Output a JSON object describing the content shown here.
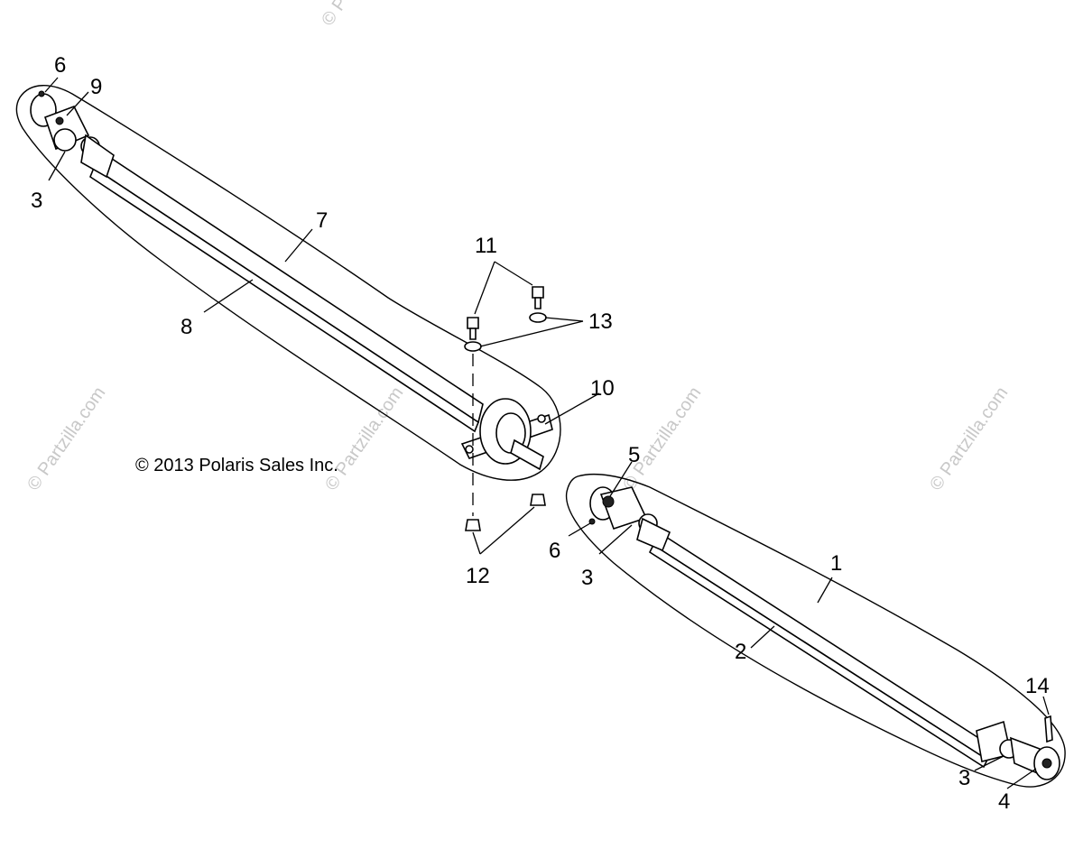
{
  "copyright": "© 2013 Polaris Sales Inc.",
  "watermark": "© Partzilla.com",
  "top_watermark": "© P",
  "callouts": {
    "c1": "1",
    "c2": "2",
    "c3a": "3",
    "c3b": "3",
    "c3c": "3",
    "c4": "4",
    "c5": "5",
    "c6a": "6",
    "c6b": "6",
    "c7": "7",
    "c8": "8",
    "c9": "9",
    "c10": "10",
    "c11": "11",
    "c12": "12",
    "c13": "13",
    "c14": "14"
  }
}
